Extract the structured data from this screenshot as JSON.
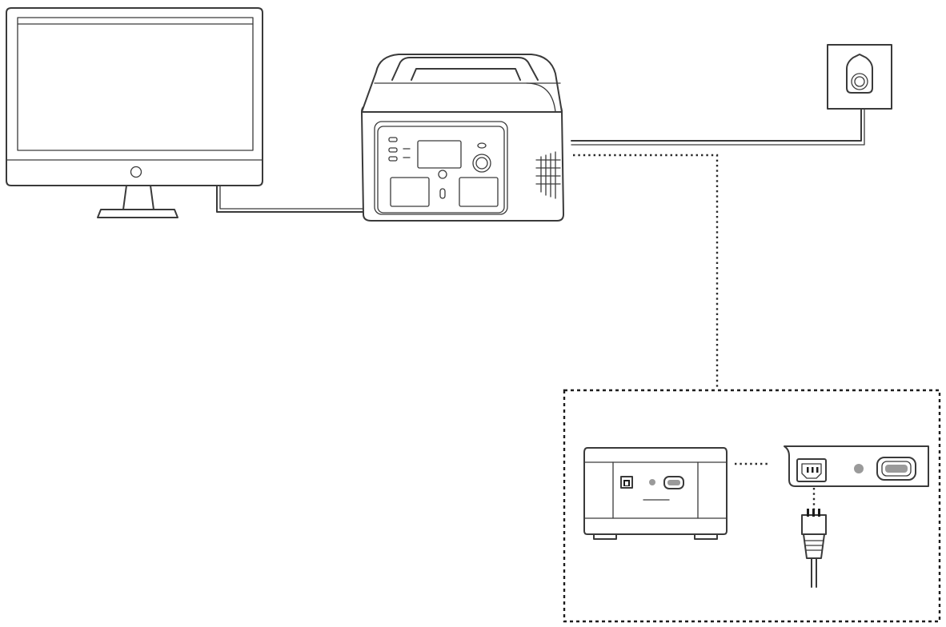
{
  "diagram": {
    "nodes": [
      {
        "id": "monitor",
        "icon": "monitor-icon"
      },
      {
        "id": "power-station",
        "icon": "power-station-icon"
      },
      {
        "id": "wall-outlet",
        "icon": "wall-outlet-icon"
      },
      {
        "id": "inset-power-station-rear",
        "icon": "power-station-rear-icon"
      },
      {
        "id": "inset-port-closeup",
        "icon": "ac-input-port-icon"
      },
      {
        "id": "inset-ac-plug",
        "icon": "ac-plug-icon"
      }
    ],
    "edges": [
      {
        "from": "monitor",
        "to": "power-station",
        "style": "solid"
      },
      {
        "from": "power-station",
        "to": "wall-outlet",
        "style": "solid"
      },
      {
        "from": "power-station",
        "to": "inset-detail",
        "style": "dotted"
      },
      {
        "from": "inset-power-station-rear",
        "to": "inset-port-closeup",
        "style": "dotted"
      },
      {
        "from": "inset-port-closeup",
        "to": "inset-ac-plug",
        "style": "dotted"
      }
    ],
    "inset": {
      "border_style": "dashed"
    }
  }
}
